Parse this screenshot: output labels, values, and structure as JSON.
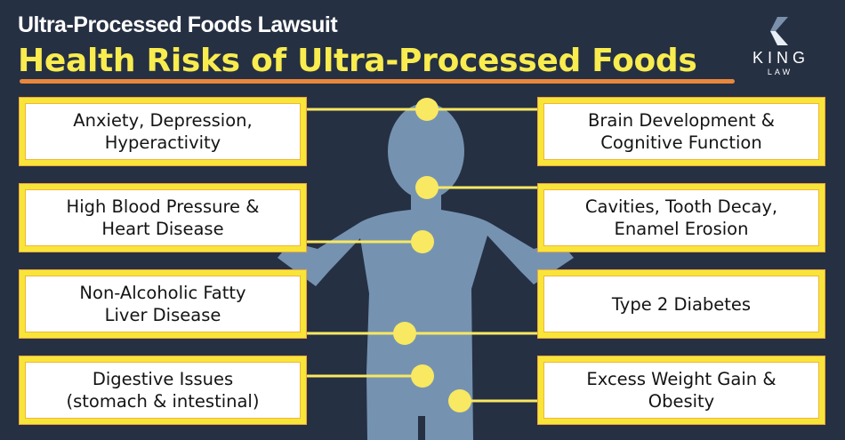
{
  "header": {
    "subtitle": "Ultra-Processed Foods Lawsuit",
    "title": "Health Risks of Ultra-Processed Foods"
  },
  "logo": {
    "name": "KING",
    "sub": "LAW",
    "icon": "chevron-left-logo-icon"
  },
  "colors": {
    "background": "#263043",
    "title": "#f8ec4f",
    "underline": "#e9873b",
    "silhouette": "#7593b1",
    "connector": "#f8e862",
    "box_border": "#f8e53a"
  },
  "risks_left": [
    {
      "label": "Anxiety, Depression,\nHyperactivity",
      "body_part": "head"
    },
    {
      "label": "High Blood Pressure &\nHeart Disease",
      "body_part": "chest"
    },
    {
      "label": "Non-Alcoholic Fatty\nLiver Disease",
      "body_part": "abdomen"
    },
    {
      "label": "Digestive Issues\n(stomach & intestinal)",
      "body_part": "lower abdomen"
    }
  ],
  "risks_right": [
    {
      "label": "Brain Development &\nCognitive Function",
      "body_part": "head"
    },
    {
      "label": "Cavities, Tooth Decay,\nEnamel Erosion",
      "body_part": "mouth"
    },
    {
      "label": "Type 2 Diabetes",
      "body_part": "abdomen"
    },
    {
      "label": "Excess Weight Gain &\nObesity",
      "body_part": "hip"
    }
  ]
}
